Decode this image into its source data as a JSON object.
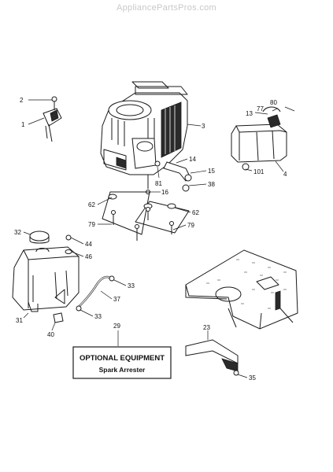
{
  "watermark": "AppliancePartsPros.com",
  "labels": [
    "1",
    "2",
    "3",
    "4",
    "13",
    "14",
    "15",
    "16",
    "23",
    "29",
    "31",
    "32",
    "33",
    "33",
    "35",
    "37",
    "38",
    "40",
    "44",
    "46",
    "62",
    "62",
    "77",
    "79",
    "79",
    "80",
    "81",
    "101"
  ],
  "optional_box": {
    "title": "OPTIONAL EQUIPMENT",
    "subtitle": "Spark Arrester"
  }
}
